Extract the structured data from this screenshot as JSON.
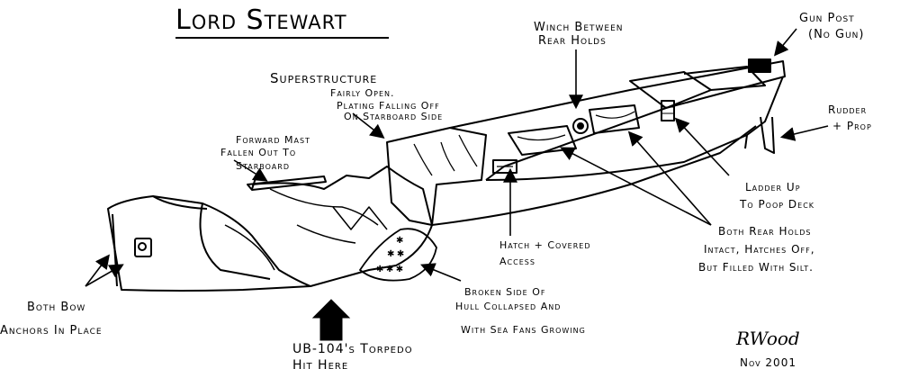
{
  "title": "Lord Stewart",
  "labels": {
    "winch": [
      "Winch Between",
      "Rear Holds"
    ],
    "gun_post": [
      "Gun Post",
      "(No Gun)"
    ],
    "superstructure": [
      "Superstructure",
      "Fairly Open.",
      "Plating Falling Off",
      "On Starboard Side"
    ],
    "rudder": [
      "Rudder",
      "+ Prop"
    ],
    "mast": [
      "Forward Mast",
      "Fallen Out To",
      "Starboard"
    ],
    "ladder": [
      "Ladder Up",
      "To Poop Deck"
    ],
    "holds": [
      "Both Rear Holds",
      "Intact, Hatches Off,",
      "But Filled With Silt."
    ],
    "hatch": [
      "Hatch + Covered",
      "Access"
    ],
    "anchors": [
      "Both Bow",
      "Anchors In Place"
    ],
    "broken_hull": [
      "Broken Side Of",
      "Hull Collapsed And",
      "With Sea Fans Growing"
    ],
    "torpedo": [
      "UB-104's Torpedo",
      "Hit Here"
    ]
  },
  "signature": {
    "initials": "RWood",
    "date": "Nov 2001"
  }
}
